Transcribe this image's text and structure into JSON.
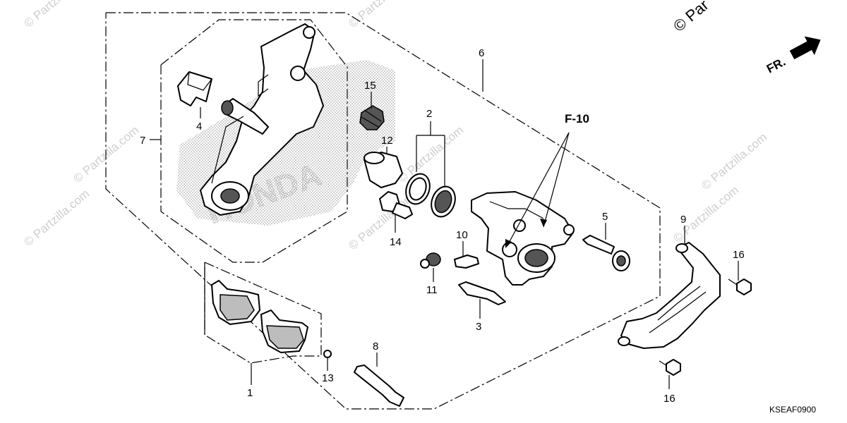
{
  "watermark": {
    "text": "© Partzilla.com",
    "corner_text": "© Par"
  },
  "direction": {
    "label": "FR."
  },
  "reference": {
    "label": "F-10"
  },
  "diagram_code": "KSEAF0900",
  "callouts": {
    "c1": "1",
    "c2": "2",
    "c3": "3",
    "c4": "4",
    "c5": "5",
    "c6": "6",
    "c7": "7",
    "c8": "8",
    "c9": "9",
    "c10": "10",
    "c11": "11",
    "c12": "12",
    "c13": "13",
    "c14": "14",
    "c15": "15",
    "c16a": "16",
    "c16b": "16"
  },
  "logo_letters": "HONDA"
}
